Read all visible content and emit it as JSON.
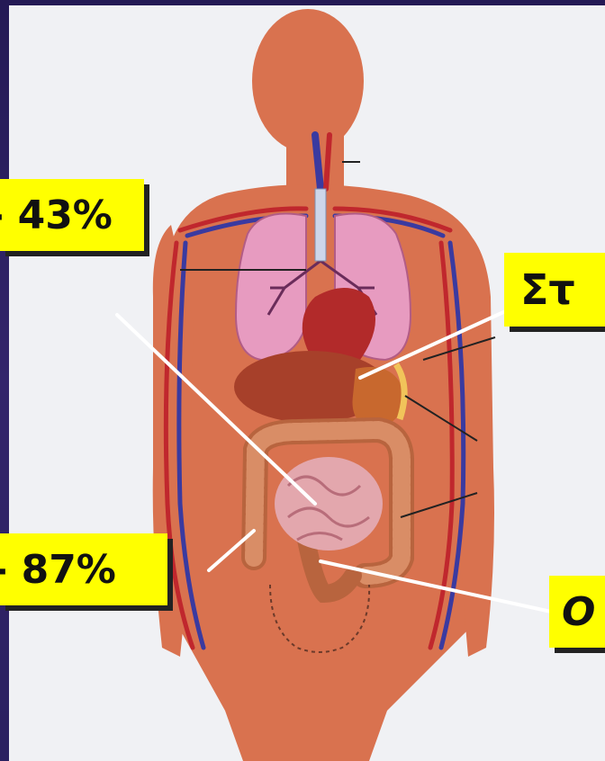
{
  "labels": {
    "top_left": "- 43%",
    "bottom_left": "- 87%",
    "top_right": "Στ",
    "bottom_right": "Ο"
  },
  "colors": {
    "background": "#2a1f5c",
    "panel": "#f0f1f4",
    "label_bg": "#ffff00",
    "skin": "#d9724f",
    "lungs": "#e79bc0",
    "intestine": "#d98d66",
    "artery": "#c0272d",
    "vein": "#3a3aa0"
  }
}
